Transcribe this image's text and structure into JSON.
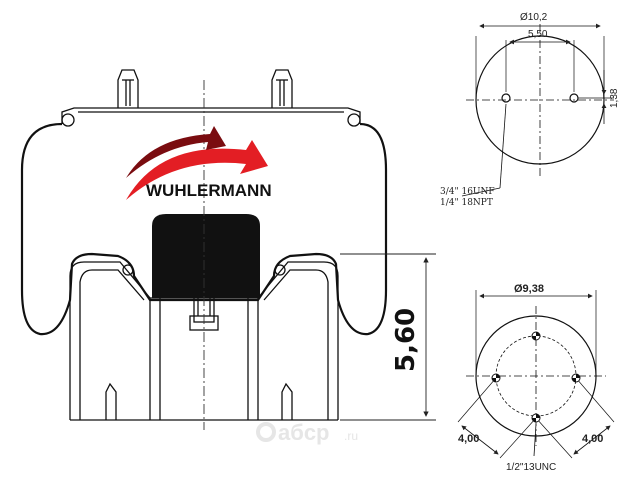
{
  "brand": {
    "name": "WUHLERMANN",
    "colors": {
      "red": "#e31e24",
      "dark": "#7a0c10"
    }
  },
  "watermark": {
    "text": "aбcp",
    "suffix": ".ru",
    "icon": "gear-o-icon"
  },
  "side_view": {
    "height_label": "5,60"
  },
  "top_view": {
    "diameter_label": "Ø10,2",
    "spacing_label": "5,50",
    "offset_label": "1,38",
    "thread_1": "3/4\" 16UNF",
    "thread_2": "1/4\" 18NPT"
  },
  "bottom_view": {
    "diameter_label": "Ø9,38",
    "left_label": "4,00",
    "right_label": "4,00",
    "thread": "1/2\"13UNC"
  }
}
